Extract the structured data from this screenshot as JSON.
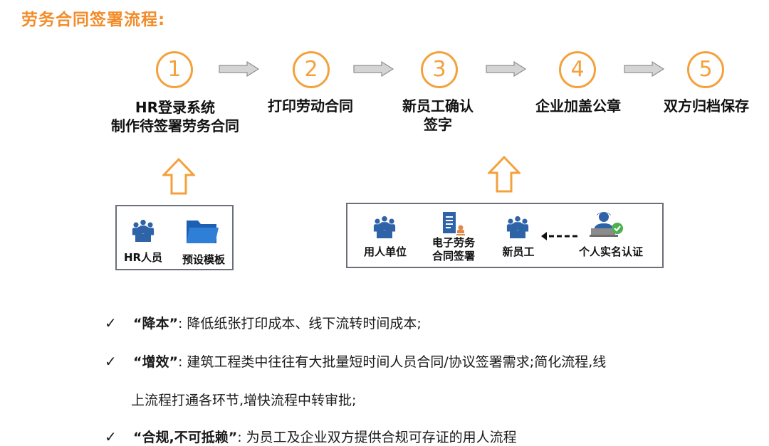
{
  "title": "劳务合同签署流程:",
  "steps": [
    {
      "number": "1",
      "label_line1": "HR登录系统",
      "label_line2": "制作待签署劳务合同"
    },
    {
      "number": "2",
      "label_line1": "打印劳动合同",
      "label_line2": ""
    },
    {
      "number": "3",
      "label_line1": "新员工确认",
      "label_line2": "签字"
    },
    {
      "number": "4",
      "label_line1": "企业加盖公章",
      "label_line2": ""
    },
    {
      "number": "5",
      "label_line1": "双方归档保存",
      "label_line2": ""
    }
  ],
  "left_box": {
    "items": [
      {
        "label": "HR人员",
        "icon": "people-group-icon"
      },
      {
        "label": "预设模板",
        "icon": "folder-icon"
      }
    ]
  },
  "right_box": {
    "items": [
      {
        "label": "用人单位",
        "icon": "people-group-icon"
      },
      {
        "label_line1": "电子劳务",
        "label_line2": "合同签署",
        "icon": "contract-document-icon"
      },
      {
        "label": "新员工",
        "icon": "people-group-icon"
      },
      {
        "label": "个人实名认证",
        "icon": "verified-user-icon"
      }
    ]
  },
  "bullets": [
    {
      "check": "✓",
      "title": "“降本”",
      "colon": ":",
      "text": "降低纸张打印成本、线下流转时间成本;",
      "continuation": ""
    },
    {
      "check": "✓",
      "title": "“增效”",
      "colon": ":",
      "text": "建筑工程类中往往有大批量短时间人员合同/协议签署需求;简化流程,线",
      "continuation": "上流程打通各环节,增快流程中转审批;"
    },
    {
      "check": "✓",
      "title": "“合规,不可抵赖”",
      "colon": ":",
      "text": "为员工及企业双方提供合规可存证的用人流程",
      "continuation": ""
    }
  ],
  "colors": {
    "accent_orange": "#f4a13c",
    "title_orange": "#f28c28",
    "icon_blue": "#2f63a8",
    "box_border": "#6b6f7a",
    "arrow_gray": "#c9c9c9",
    "check_green": "#4caf50"
  }
}
